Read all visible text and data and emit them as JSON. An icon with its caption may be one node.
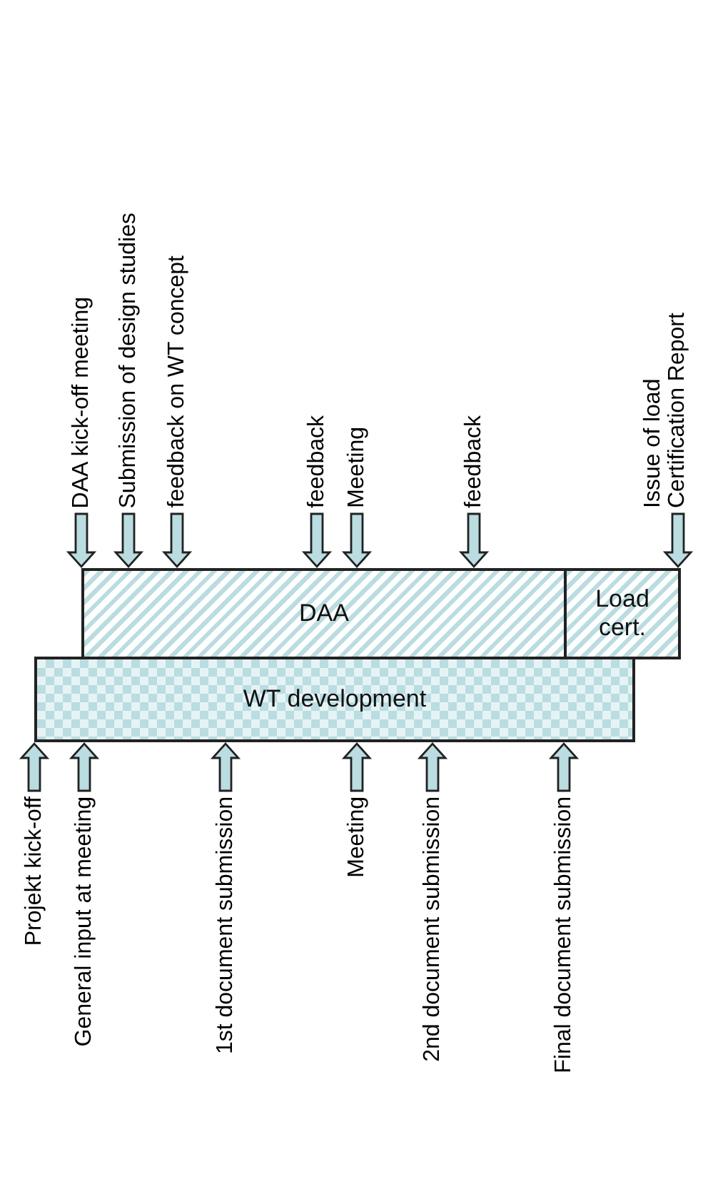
{
  "diagram": {
    "nodes": [
      {
        "text": [
          "DAA kick-off meeting"
        ]
      },
      {
        "text": [
          "Submission of design studies"
        ]
      },
      {
        "text": [
          "feedback on WT concept"
        ]
      },
      {
        "text": [
          "feedback"
        ]
      },
      {
        "text": [
          "Meeting"
        ]
      },
      {
        "text": [
          "feedback"
        ]
      },
      {
        "text": [
          "Issue of load Certification Report"
        ]
      },
      {
        "text": [
          "DAA"
        ]
      },
      {
        "text": [
          "Load cert."
        ]
      },
      {
        "text": [
          "WT development"
        ]
      },
      {
        "text": [
          "Projekt kick-off"
        ]
      },
      {
        "text": [
          "General input at meeting"
        ]
      },
      {
        "text": [
          "1st document submission"
        ]
      },
      {
        "text": [
          "Meeting"
        ]
      },
      {
        "text": [
          "2nd document submission"
        ]
      },
      {
        "text": [
          "Final document submission"
        ]
      }
    ],
    "edges": [
      {
        "from": 0,
        "to": 7,
        "arrow": "to"
      },
      {
        "from": 1,
        "to": 7,
        "arrow": "to"
      },
      {
        "from": 2,
        "to": 7,
        "arrow": "to"
      },
      {
        "from": 3,
        "to": 7,
        "arrow": "to"
      },
      {
        "from": 4,
        "to": 7,
        "arrow": "to"
      },
      {
        "from": 5,
        "to": 7,
        "arrow": "to"
      },
      {
        "from": 6,
        "to": 8,
        "arrow": "to"
      },
      {
        "from": 10,
        "to": 9,
        "arrow": "to"
      },
      {
        "from": 11,
        "to": 9,
        "arrow": "to"
      },
      {
        "from": 12,
        "to": 9,
        "arrow": "to"
      },
      {
        "from": 13,
        "to": 9,
        "arrow": "to"
      },
      {
        "from": 14,
        "to": 9,
        "arrow": "to"
      },
      {
        "from": 15,
        "to": 9,
        "arrow": "to"
      }
    ]
  }
}
